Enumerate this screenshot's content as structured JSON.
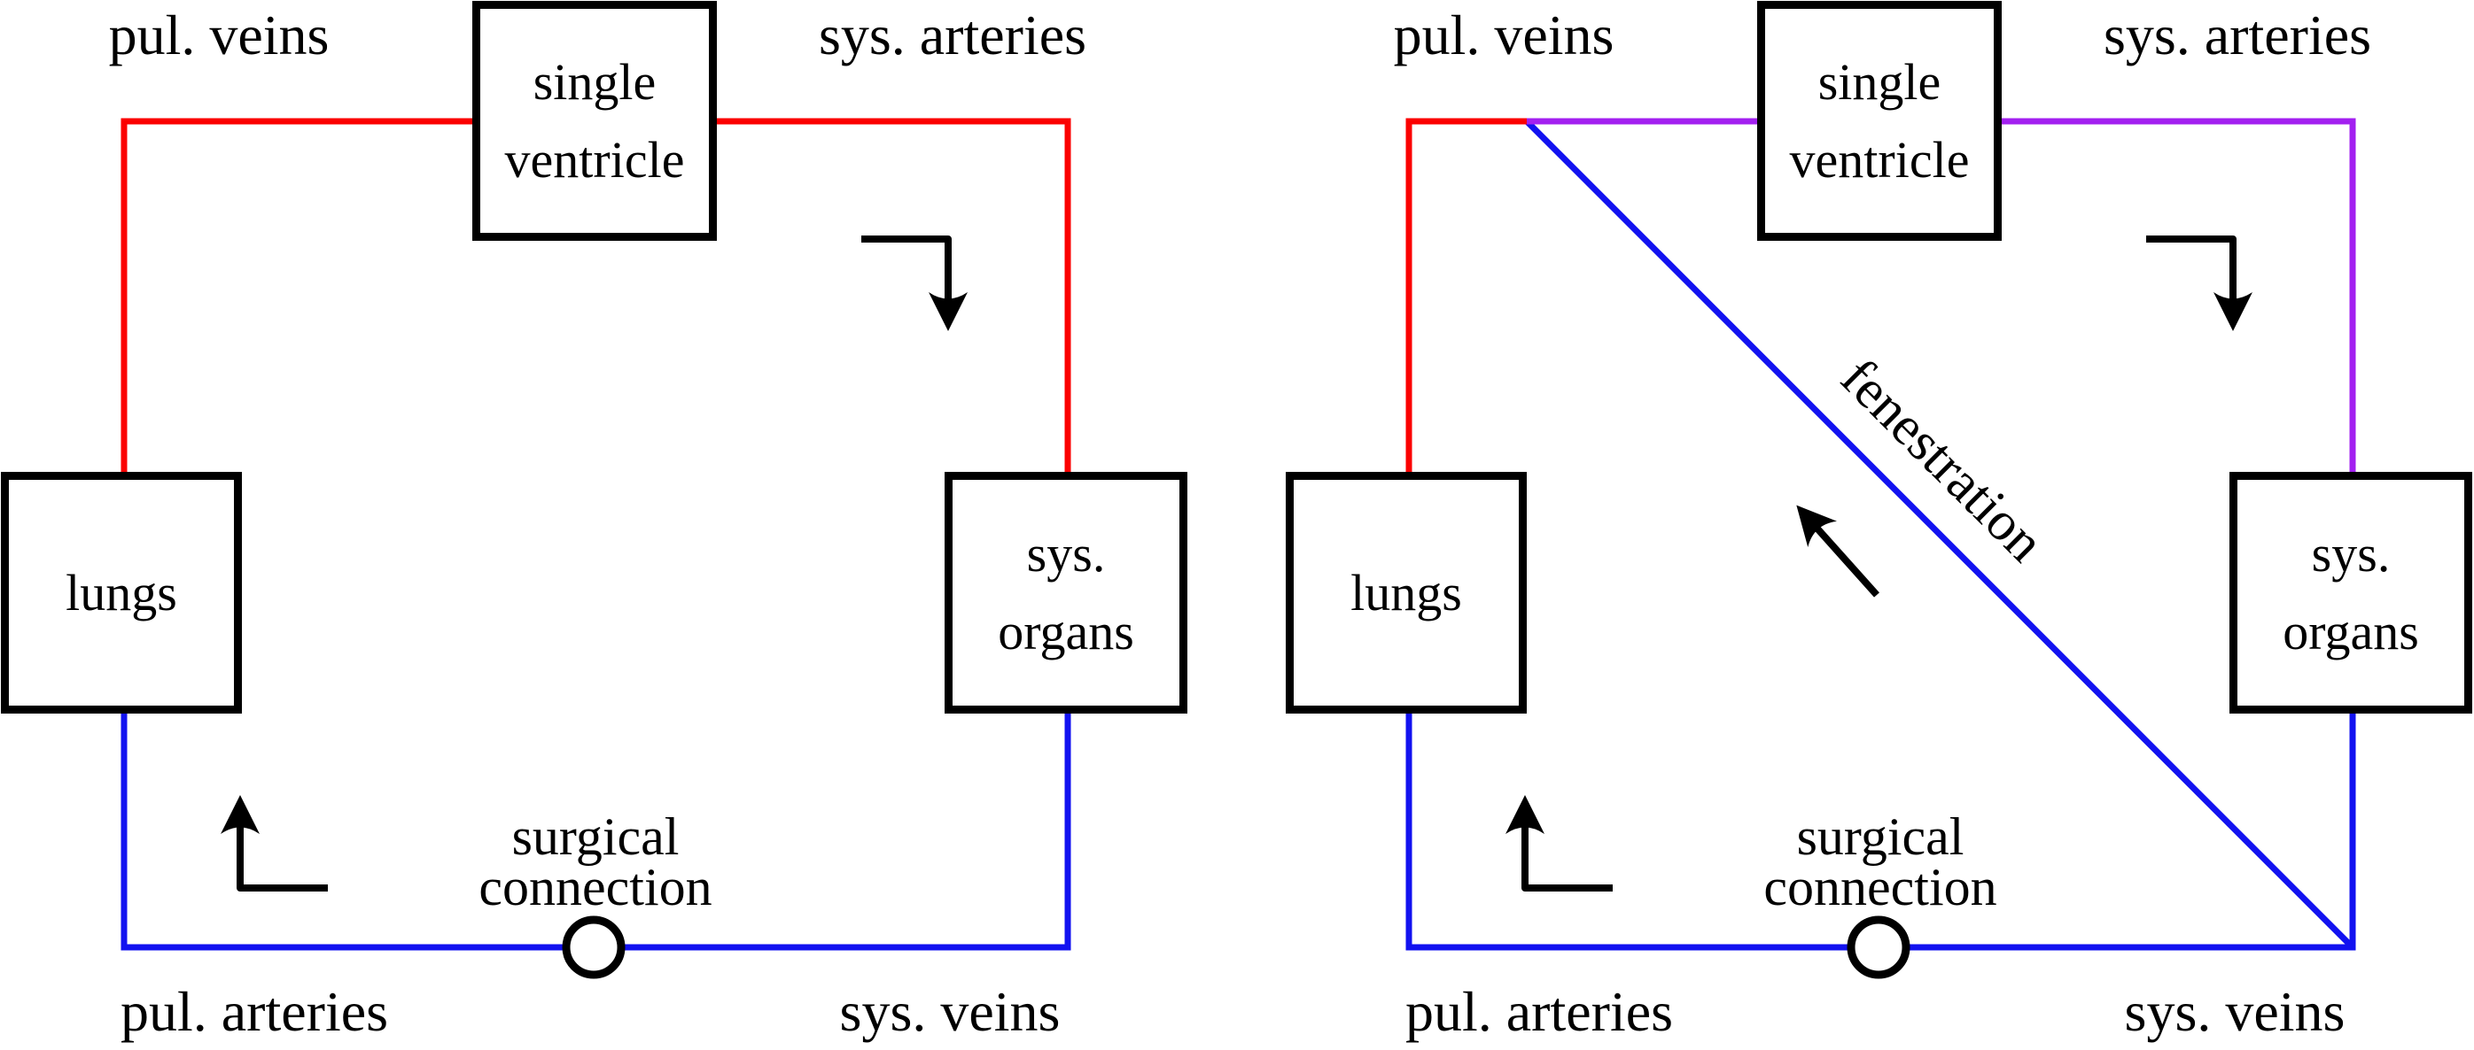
{
  "colors": {
    "oxygenated_red": "#FB0000",
    "deoxygenated_blue": "#1212F0",
    "mixed_purple": "#A320F0",
    "line_black": "#000000"
  },
  "left_panel": {
    "ventricle_box": {
      "line1": "single",
      "line2": "ventricle"
    },
    "lungs_box": {
      "label": "lungs"
    },
    "organs_box": {
      "line1": "sys.",
      "line2": "organs"
    },
    "labels": {
      "pul_veins": "pul. veins",
      "sys_arteries": "sys. arteries",
      "pul_arteries": "pul. arteries",
      "sys_veins": "sys. veins",
      "surgical_line1": "surgical",
      "surgical_line2": "connection"
    }
  },
  "right_panel": {
    "ventricle_box": {
      "line1": "single",
      "line2": "ventricle"
    },
    "lungs_box": {
      "label": "lungs"
    },
    "organs_box": {
      "line1": "sys.",
      "line2": "organs"
    },
    "labels": {
      "pul_veins": "pul. veins",
      "sys_arteries": "sys. arteries",
      "pul_arteries": "pul. arteries",
      "sys_veins": "sys. veins",
      "surgical_line1": "surgical",
      "surgical_line2": "connection",
      "fenestration": "fenestration"
    }
  }
}
